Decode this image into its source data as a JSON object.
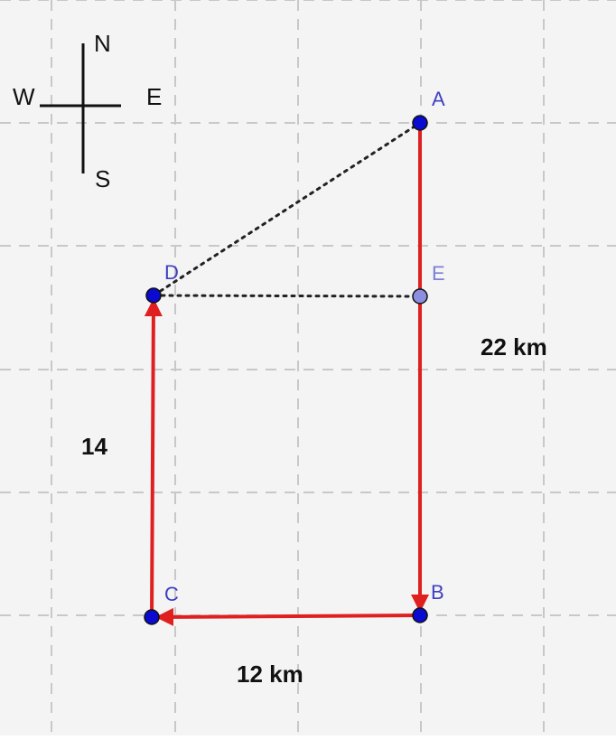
{
  "colors": {
    "background": "#f4f4f4",
    "grid": "#c8c8c8",
    "route": "#e02020",
    "point": "#0a0ad0",
    "point_faded": "#8a8fe0",
    "dotted": "#222222",
    "text": "#111111",
    "point_label": "#3f3fc4"
  },
  "compass": {
    "north": "N",
    "south": "S",
    "east": "E",
    "west": "W"
  },
  "points": {
    "a": "A",
    "b": "B",
    "c": "C",
    "d": "D",
    "e": "E"
  },
  "distances": {
    "ab": "22 km",
    "bc": "12 km",
    "cd": "14"
  }
}
